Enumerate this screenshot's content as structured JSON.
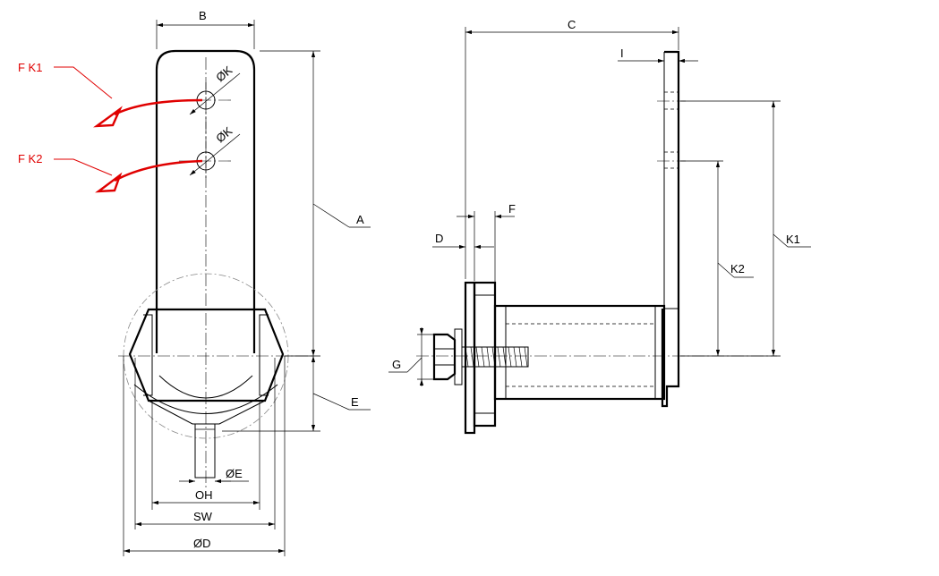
{
  "labels": {
    "fk1": "F K1",
    "fk2": "F K2",
    "b": "B",
    "ok1": "ØK",
    "ok2": "ØK",
    "a": "A",
    "e": "E",
    "oe": "ØE",
    "oh": "OH",
    "sw": "SW",
    "od": "ØD",
    "c": "C",
    "i": "I",
    "f": "F",
    "d": "D",
    "k1": "K1",
    "k2": "K2",
    "g": "G"
  },
  "colors": {
    "accent": "#e00000",
    "line": "#000000"
  }
}
